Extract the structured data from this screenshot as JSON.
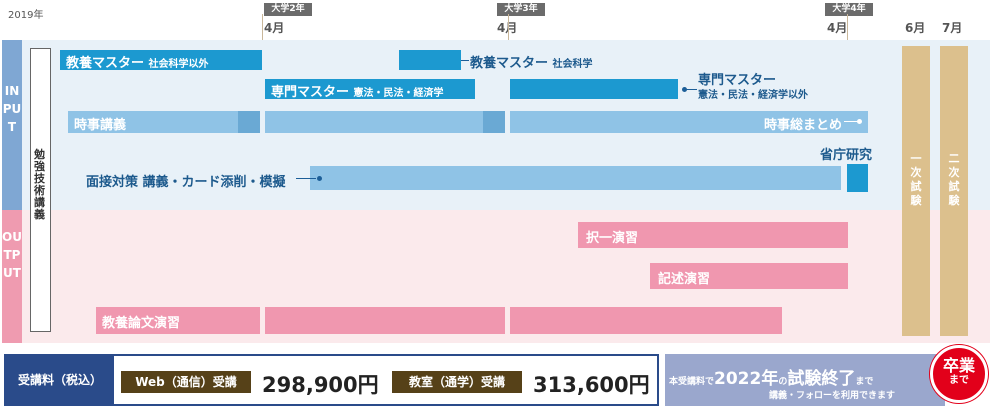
{
  "timeline": {
    "start_year": "2019年",
    "badges": [
      "大学2年",
      "大学3年",
      "大学4年"
    ],
    "months": [
      "4月",
      "4月",
      "4月",
      "6月",
      "7月"
    ]
  },
  "sections": {
    "input": "INPUT",
    "output": "OUTPUT",
    "study": "勉強技術講義"
  },
  "exams": {
    "first": "一次試験",
    "second": "二次試験"
  },
  "bars": {
    "kyoyo_main": "教養マスター",
    "kyoyo_main_sub": "社会科学以外",
    "kyoyo_social": "教養マスター",
    "kyoyo_social_sub": "社会科学",
    "senmon_main": "専門マスター",
    "senmon_main_sub": "憲法・民法・経済学",
    "senmon_other": "専門マスター",
    "senmon_other_sub": "憲法・民法・経済学以外",
    "jiji": "時事講義",
    "jiji_summary": "時事総まとめ",
    "mensetsu": "面接対策 講義・カード添削・模擬",
    "shocho": "省庁研究",
    "takuitsu": "択一演習",
    "kijutsu": "記述演習",
    "ronbun": "教養論文演習"
  },
  "fees": {
    "title": "受講料（税込）",
    "web_label": "Web（通信）受講",
    "web_price": "298,900円",
    "classroom_label": "教室（通学）受講",
    "classroom_price": "313,600円"
  },
  "promo": {
    "prefix": "本受講料で",
    "year": "2022年",
    "no": "の",
    "exam_end": "試験終了",
    "until": "まで",
    "line2": "講義・フォローを利用できます",
    "badge_main": "卒業",
    "badge_sub": "まで"
  }
}
